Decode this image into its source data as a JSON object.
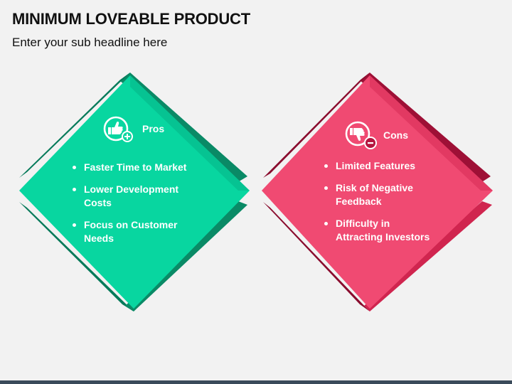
{
  "header": {
    "title": "MINIMUM LOVEABLE PRODUCT",
    "subtitle": "Enter your sub headline here"
  },
  "pros": {
    "title": "Pros",
    "icon": "thumbs-up-plus-icon",
    "items": [
      {
        "text": "Faster Time to Market"
      },
      {
        "text": "Lower Development Costs"
      },
      {
        "text": "Focus on Customer Needs"
      }
    ]
  },
  "cons": {
    "title": "Cons",
    "icon": "thumbs-down-minus-icon",
    "items": [
      {
        "text": "Limited Features"
      },
      {
        "text": "Risk of Negative Feedback"
      },
      {
        "text": "Difficulty in Attracting Investors"
      }
    ]
  },
  "colors": {
    "pros_fill": "#08d6a0",
    "pros_dark": "#0a8a66",
    "pros_mid": "#06b586",
    "cons_fill": "#f04a72",
    "cons_dark": "#9e1036",
    "cons_mid": "#d0254f",
    "text": "#ffffff",
    "background": "#f2f2f2"
  }
}
